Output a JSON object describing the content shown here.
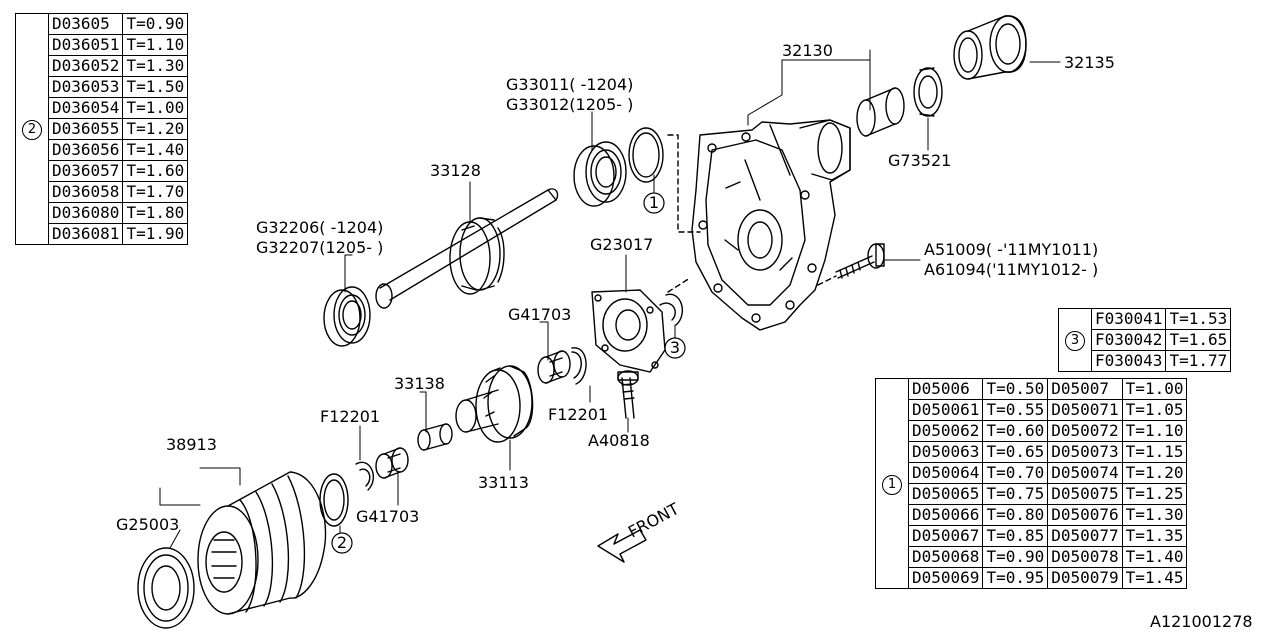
{
  "table2": {
    "marker": "2",
    "rows": [
      {
        "part": "D03605",
        "t": "T=0.90"
      },
      {
        "part": "D036051",
        "t": "T=1.10"
      },
      {
        "part": "D036052",
        "t": "T=1.30"
      },
      {
        "part": "D036053",
        "t": "T=1.50"
      },
      {
        "part": "D036054",
        "t": "T=1.00"
      },
      {
        "part": "D036055",
        "t": "T=1.20"
      },
      {
        "part": "D036056",
        "t": "T=1.40"
      },
      {
        "part": "D036057",
        "t": "T=1.60"
      },
      {
        "part": "D036058",
        "t": "T=1.70"
      },
      {
        "part": "D036080",
        "t": "T=1.80"
      },
      {
        "part": "D036081",
        "t": "T=1.90"
      }
    ]
  },
  "table3": {
    "marker": "3",
    "rows": [
      {
        "part": "F030041",
        "t": "T=1.53"
      },
      {
        "part": "F030042",
        "t": "T=1.65"
      },
      {
        "part": "F030043",
        "t": "T=1.77"
      }
    ]
  },
  "table1": {
    "marker": "1",
    "rows": [
      {
        "p1": "D05006",
        "t1": "T=0.50",
        "p2": "D05007",
        "t2": "T=1.00"
      },
      {
        "p1": "D050061",
        "t1": "T=0.55",
        "p2": "D050071",
        "t2": "T=1.05"
      },
      {
        "p1": "D050062",
        "t1": "T=0.60",
        "p2": "D050072",
        "t2": "T=1.10"
      },
      {
        "p1": "D050063",
        "t1": "T=0.65",
        "p2": "D050073",
        "t2": "T=1.15"
      },
      {
        "p1": "D050064",
        "t1": "T=0.70",
        "p2": "D050074",
        "t2": "T=1.20"
      },
      {
        "p1": "D050065",
        "t1": "T=0.75",
        "p2": "D050075",
        "t2": "T=1.25"
      },
      {
        "p1": "D050066",
        "t1": "T=0.80",
        "p2": "D050076",
        "t2": "T=1.30"
      },
      {
        "p1": "D050067",
        "t1": "T=0.85",
        "p2": "D050077",
        "t2": "T=1.35"
      },
      {
        "p1": "D050068",
        "t1": "T=0.90",
        "p2": "D050078",
        "t2": "T=1.40"
      },
      {
        "p1": "D050069",
        "t1": "T=0.95",
        "p2": "D050079",
        "t2": "T=1.45"
      }
    ]
  },
  "labels": {
    "p32130": "32130",
    "p32135": "32135",
    "g73521": "G73521",
    "g33011": "G33011( -1204)",
    "g33012": "G33012(1205- )",
    "p33128": "33128",
    "g32206": "G32206( -1204)",
    "g32207": "G32207(1205- )",
    "g23017": "G23017",
    "a51009": "A51009( -'11MY1011)",
    "a61094": "A61094('11MY1012- )",
    "g41703a": "G41703",
    "p33138": "33138",
    "f12201a": "F12201",
    "f12201b": "F12201",
    "a40818": "A40818",
    "p33113": "33113",
    "p38913": "38913",
    "g25003": "G25003",
    "g41703b": "G41703",
    "front": "FRONT",
    "diagram_id": "A121001278",
    "callout1": "1",
    "callout3": "3",
    "callout2": "2"
  }
}
